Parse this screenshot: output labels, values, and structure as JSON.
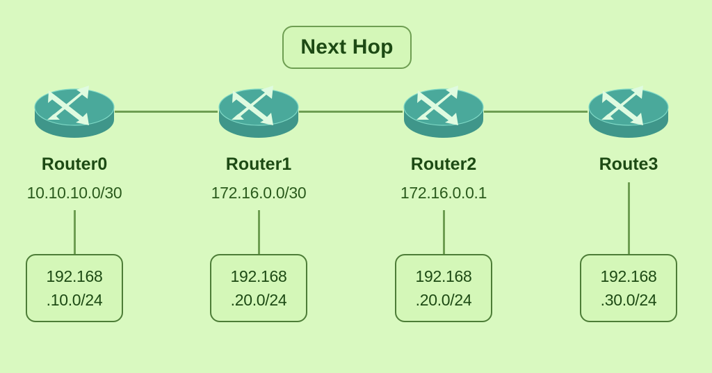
{
  "diagram": {
    "title_badge": "Next Hop",
    "background_color": "#d9f9c0",
    "link_color": "#6e9e52",
    "router_color": "#4aa99b",
    "text_color": "#1d4a14",
    "nodes": [
      {
        "name": "Router0",
        "interface_subnet": "10.10.10.0/30",
        "lan_line1": "192.168",
        "lan_line2": ".10.0/24",
        "icon": "router-icon"
      },
      {
        "name": "Router1",
        "interface_subnet": "172.16.0.0/30",
        "lan_line1": "192.168",
        "lan_line2": ".20.0/24",
        "icon": "router-icon"
      },
      {
        "name": "Router2",
        "interface_subnet": "172.16.0.0.1",
        "lan_line1": "192.168",
        "lan_line2": ".20.0/24",
        "icon": "router-icon"
      },
      {
        "name": "Route3",
        "interface_subnet": "",
        "lan_line1": "192.168",
        "lan_line2": ".30.0/24",
        "icon": "router-icon"
      }
    ]
  }
}
